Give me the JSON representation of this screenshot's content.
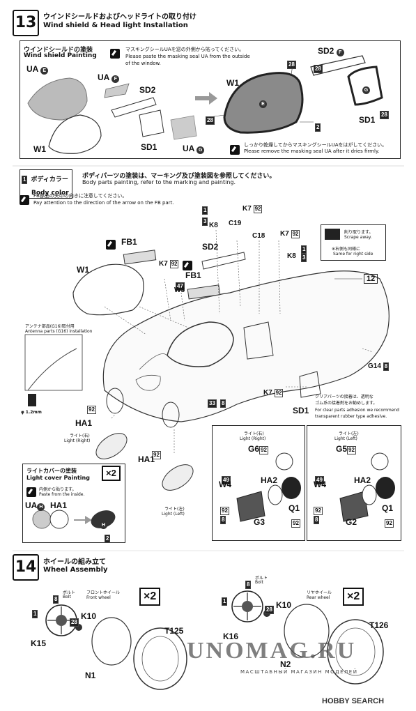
{
  "step13": {
    "number": "13",
    "title_jp": "ウインドシールドおよびヘッドライトの取り付け",
    "title_en": "Wind shield & Head light Installation",
    "windshield_painting": {
      "title_jp": "ウインドシールドの塗装",
      "title_en": "Wind shield Painting",
      "note1_jp": "マスキングシールUAを窓の外側から貼ってください。",
      "note1_en_a": "Please paste the masking seal UA from the outside",
      "note1_en_b": "of the window.",
      "note2_jp": "しっかり乾燥してからマスキングシールUAをはがしてください。",
      "note2_en": "Please remove the masking seal UA after it dries firmly.",
      "labels": {
        "ua_e": "UA",
        "ua_e_circ": "E",
        "ua_f": "UA",
        "ua_f_circ": "F",
        "sd2": "SD2",
        "sd1": "SD1",
        "w1": "W1",
        "ua_g": "UA",
        "ua_g_circ": "G",
        "w1_right": "W1",
        "e": "E",
        "n28a": "28",
        "n28b": "28",
        "n2": "2",
        "sd2_right": "SD2",
        "f": "F",
        "n28c": "28",
        "g": "G",
        "n28d": "28",
        "sd1_right": "SD1"
      }
    },
    "body_color": {
      "num": "1",
      "title_jp": "ボディカラー",
      "title_en": "Body color",
      "text_jp": "ボディパーツの塗装は、マーキング及び塗装図を参照してください。",
      "text_en": "Refer to the marking and painting.",
      "text_en_full": "Body parts painting, refer to the marking and painting."
    },
    "fb_note": {
      "jp": "FB部品の矢印の向きに注意してください。",
      "en": "Pay attention to the direction of the arrow on the FB part."
    },
    "scrape": {
      "jp": "削り取ります。",
      "en": "Scrape away.",
      "jp2": "※右側も同様に",
      "en2": "Same for right side"
    },
    "antenna": {
      "jp": "アンテナ部品(G16)取付用",
      "en": "Antenna parts (G16) installation",
      "drill": "φ 1.2mm"
    },
    "clear_parts": {
      "jp1": "クリアパーツの接着は、透明な",
      "jp2": "ゴム系の接着剤をお勧めします。",
      "en1": "For clear parts adhesion we recommend",
      "en2": "transparent rubber type adhesive."
    },
    "parts": {
      "fb1a": "FB1",
      "w1": "W1",
      "k7a": "K7",
      "n92a": "92",
      "w3": "W3",
      "n47": "47",
      "fb1b": "FB1",
      "sd2": "SD2",
      "k8a": "K8",
      "c19": "C19",
      "k7b": "K7",
      "n92b": "92",
      "c18": "C18",
      "k7c": "K7",
      "n92c": "92",
      "k8b": "K8",
      "n12": "12",
      "g14": "G14",
      "n8a": "8",
      "k7d": "K7",
      "n92d": "92",
      "sd1": "SD1",
      "n33": "33",
      "n8b": "8",
      "n92e": "92",
      "ha1a": "HA1",
      "ha1b": "HA1",
      "n92f": "92",
      "n1a": "1",
      "n3a": "3",
      "n1b": "1",
      "n3b": "3"
    },
    "light_right_label": {
      "jp": "ライト(右)",
      "en": "Light (Right)"
    },
    "light_left_label": {
      "jp": "ライト(左)",
      "en": "Light (Left)"
    },
    "light_cover": {
      "title_jp": "ライトカバーの塗装",
      "title_en": "Light cover Painting",
      "x2": "×2",
      "note_jp": "内側から貼ります。",
      "note_en": "Paste from the inside.",
      "ua": "UA",
      "ua_circ": "H",
      "ha1": "HA1",
      "h": "H",
      "n2": "2"
    },
    "light_right_box": {
      "jp": "ライト(右)",
      "en": "Light (Right)",
      "g6": "G6",
      "n92": "92",
      "n49": "49",
      "w4": "W4",
      "ha2": "HA2",
      "q1": "Q1",
      "n92b": "92",
      "n92c": "92",
      "n8": "8",
      "g3": "G3"
    },
    "light_left_box": {
      "jp": "ライト(左)",
      "en": "Light (Left)",
      "g5": "G5",
      "n92": "92",
      "n49": "49",
      "w4": "W4",
      "ha2": "HA2",
      "q1": "Q1",
      "n92b": "92",
      "n92c": "92",
      "n8": "8",
      "g2": "G2"
    }
  },
  "step14": {
    "number": "14",
    "title_jp": "ホイールの組み立て",
    "title_en": "Wheel Assembly",
    "front": {
      "jp": "フロントホイール",
      "en": "Front wheel",
      "x2": "×2",
      "bolt_jp": "ボルト",
      "bolt_en": "Bolt",
      "n8": "8",
      "n1": "1",
      "n28": "28",
      "k10": "K10",
      "k15": "K15",
      "n1_part": "N1",
      "t125": "T125"
    },
    "rear": {
      "jp": "リヤホイール",
      "en": "Rear wheel",
      "x2": "×2",
      "bolt_jp": "ボルト",
      "bolt_en": "Bolt",
      "n8": "8",
      "n1": "1",
      "n28": "28",
      "k10": "K10",
      "k16": "K16",
      "n2_part": "N2",
      "t126": "T126"
    }
  },
  "watermark": {
    "main": "UNOMAG.RU",
    "sub": "МАСШТАБНЫЙ МАГАЗИН МОДЕЛЕЙ",
    "corner": "HOBBY SEARCH"
  },
  "colors": {
    "ink": "#111111",
    "line": "#555555",
    "panel_border": "#222222"
  }
}
